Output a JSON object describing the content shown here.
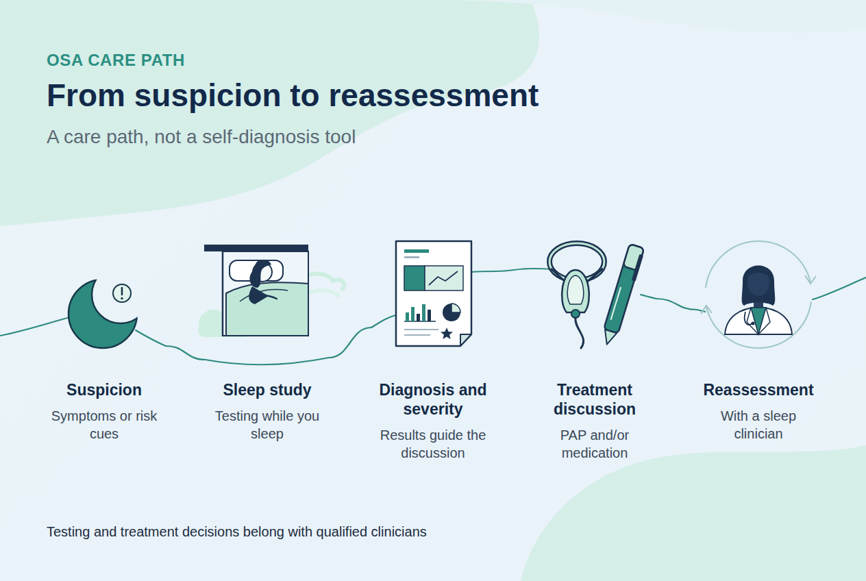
{
  "diagram": {
    "title": "From suspicion to reassessment",
    "nodes": [
      {
        "text": [
          "Suspicion",
          "Symptoms or risk cues"
        ]
      },
      {
        "text": [
          "Sleep study",
          "Testing while you sleep"
        ]
      },
      {
        "text": [
          "Diagnosis and severity",
          "Results guide the discussion"
        ]
      },
      {
        "text": [
          "Treatment discussion",
          "PAP and/or medication"
        ]
      },
      {
        "text": [
          "Reassessment",
          "With a sleep clinician"
        ]
      }
    ],
    "edges": [
      {
        "from": 0,
        "to": 1,
        "arrow": "none"
      },
      {
        "from": 1,
        "to": 2,
        "arrow": "none"
      },
      {
        "from": 2,
        "to": 3,
        "arrow": "none"
      },
      {
        "from": 3,
        "to": 4,
        "arrow": "none"
      }
    ],
    "labels": [
      "OSA CARE PATH",
      "A care path, not a self-diagnosis tool",
      "Testing and treatment decisions belong with qualified clinicians"
    ]
  }
}
